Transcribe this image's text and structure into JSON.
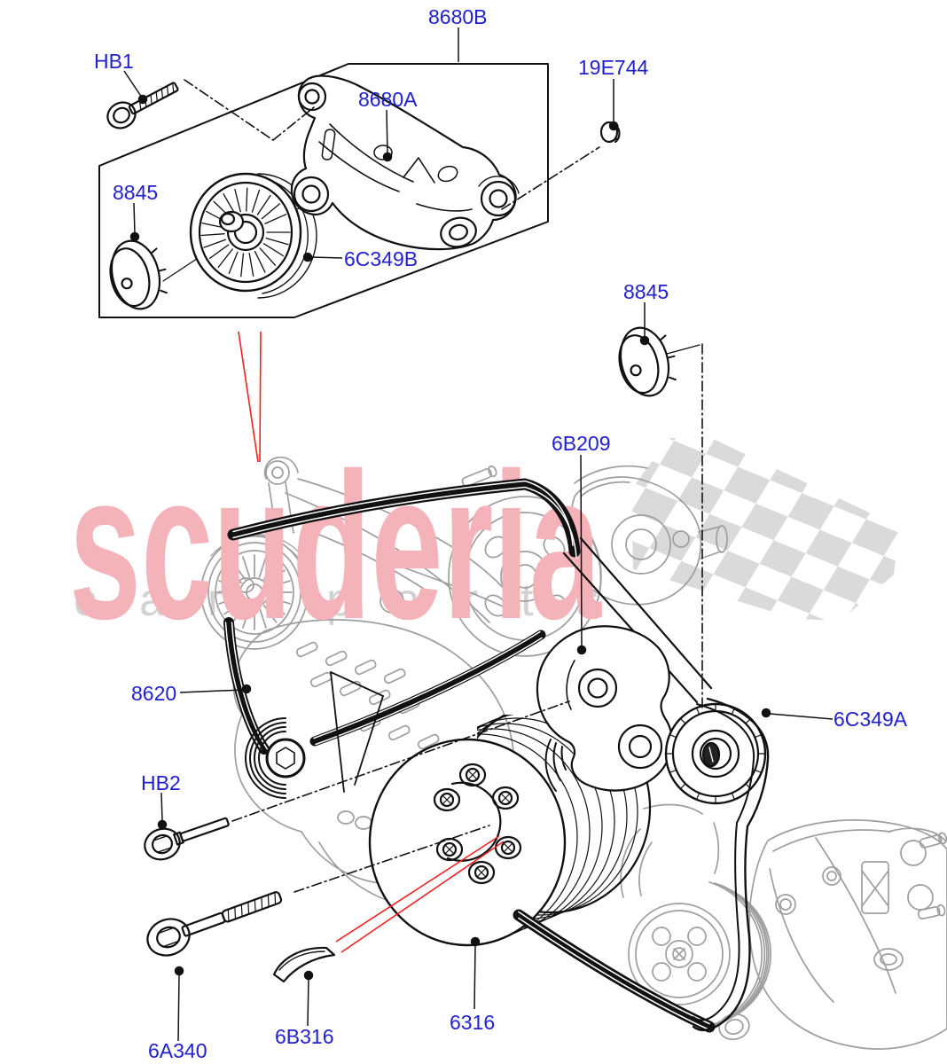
{
  "diagram": {
    "type": "exploded-parts-diagram",
    "labels": [
      {
        "id": "hb1",
        "text": "HB1"
      },
      {
        "id": "8680b",
        "text": "8680B"
      },
      {
        "id": "19e744",
        "text": "19E744"
      },
      {
        "id": "8680a",
        "text": "8680A"
      },
      {
        "id": "8845-upper",
        "text": "8845"
      },
      {
        "id": "6c349b",
        "text": "6C349B"
      },
      {
        "id": "8845-right",
        "text": "8845"
      },
      {
        "id": "6b209",
        "text": "6B209"
      },
      {
        "id": "8620",
        "text": "8620"
      },
      {
        "id": "6c349a",
        "text": "6C349A"
      },
      {
        "id": "hb2",
        "text": "HB2"
      },
      {
        "id": "6a340",
        "text": "6A340"
      },
      {
        "id": "6b316",
        "text": "6B316"
      },
      {
        "id": "6316",
        "text": "6316"
      }
    ],
    "watermark": {
      "brand": "scuderia",
      "tagline_words": [
        "car",
        "parts"
      ]
    },
    "colors": {
      "label_blue": "#2020d0",
      "watermark_pink": "#f4b3b9",
      "watermark_gray": "#d2d2d2",
      "checker_gray": "#dadada",
      "engine_gray": "#9e9e9e",
      "line_black": "#111111",
      "callout_red": "#ee2222"
    }
  }
}
